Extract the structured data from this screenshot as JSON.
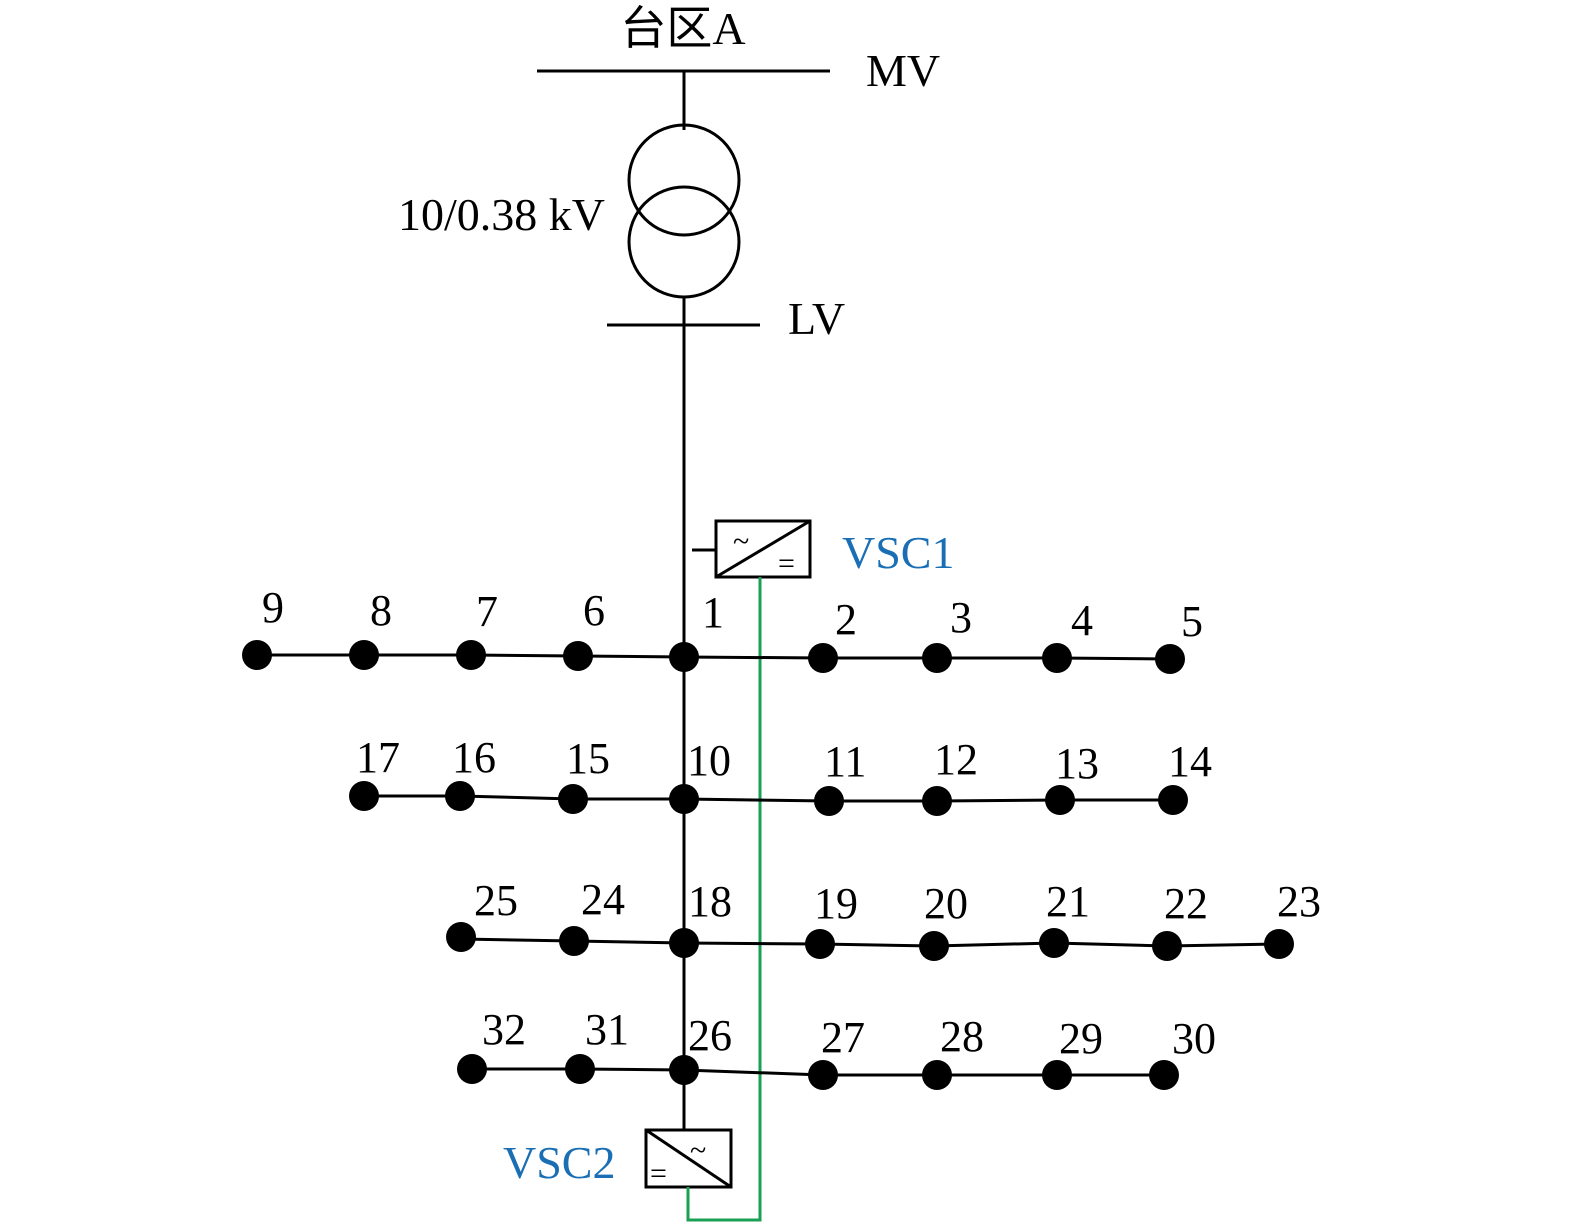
{
  "diagram": {
    "area_title": "台区A",
    "mv_label": "MV",
    "lv_label": "LV",
    "transformer_rating": "10/0.38 kV",
    "vsc1": {
      "label": "VSC1",
      "ac_symbol": "~",
      "dc_symbol": "="
    },
    "vsc2": {
      "label": "VSC2",
      "ac_symbol": "~",
      "dc_symbol": "="
    },
    "colors": {
      "line": "#000000",
      "dc_link": "#1aa055",
      "vsc_label": "#1a6fb4"
    },
    "nodes": [
      "1",
      "2",
      "3",
      "4",
      "5",
      "6",
      "7",
      "8",
      "9",
      "10",
      "11",
      "12",
      "13",
      "14",
      "15",
      "16",
      "17",
      "18",
      "19",
      "20",
      "21",
      "22",
      "23",
      "24",
      "25",
      "26",
      "27",
      "28",
      "29",
      "30",
      "31",
      "32"
    ]
  }
}
